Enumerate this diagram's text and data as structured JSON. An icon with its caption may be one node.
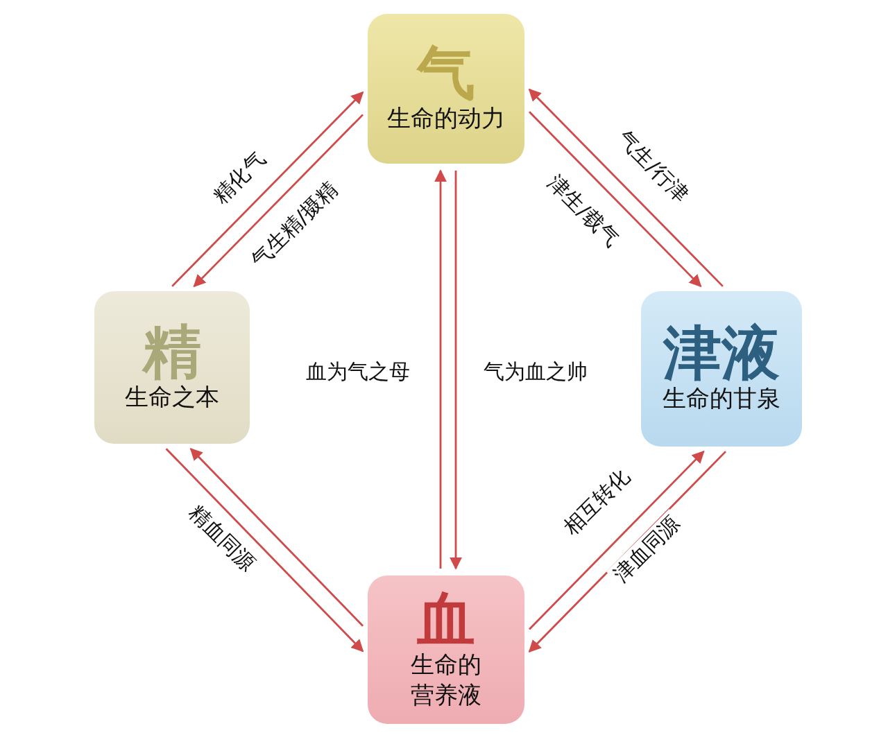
{
  "diagram": {
    "nodes": [
      {
        "text": [
          "气",
          "生命的动力"
        ]
      },
      {
        "text": [
          "精",
          "生命之本"
        ]
      },
      {
        "text": [
          "津液",
          "生命的甘泉"
        ]
      },
      {
        "text": [
          "血",
          "生命的营养液"
        ]
      }
    ],
    "edges": [
      {
        "from": 1,
        "to": 0,
        "arrow": "to",
        "label": "精化气"
      },
      {
        "from": 0,
        "to": 1,
        "arrow": "to",
        "label": "气生精/摄精"
      },
      {
        "from": 2,
        "to": 0,
        "arrow": "to",
        "label": "气生/行津"
      },
      {
        "from": 0,
        "to": 2,
        "arrow": "to",
        "label": "津生/载气"
      },
      {
        "from": 3,
        "to": 0,
        "arrow": "to",
        "label": "血为气之母"
      },
      {
        "from": 0,
        "to": 3,
        "arrow": "to",
        "label": "气为血之帅"
      },
      {
        "from": 1,
        "to": 3,
        "arrow": "to",
        "label": "精血同源"
      },
      {
        "from": 3,
        "to": 1,
        "arrow": "to"
      },
      {
        "from": 3,
        "to": 2,
        "arrow": "to",
        "label": "相互转化"
      },
      {
        "from": 2,
        "to": 3,
        "arrow": "to",
        "label": "津血同源"
      }
    ]
  }
}
